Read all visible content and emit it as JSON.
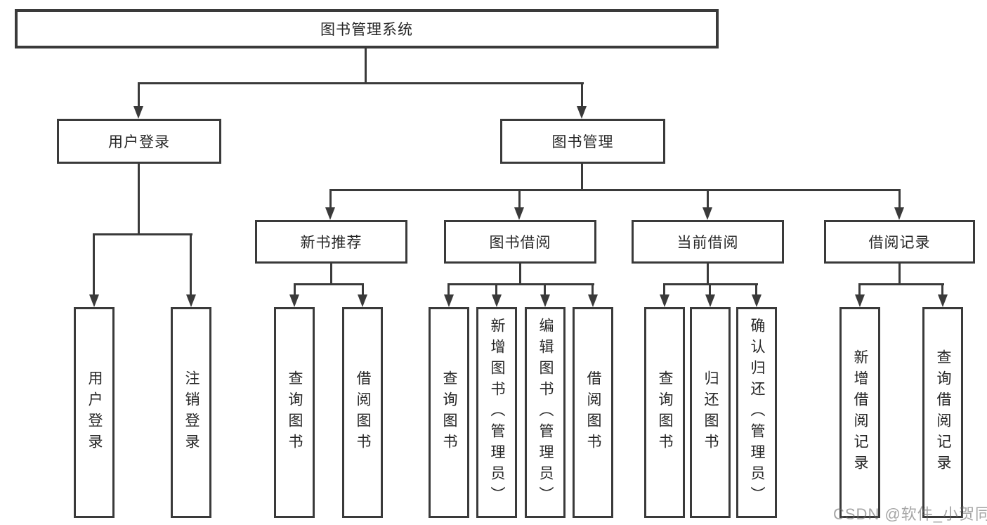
{
  "tree": {
    "label": "图书管理系统",
    "children": [
      {
        "label": "用户登录",
        "children": [
          {
            "label": "用户登录"
          },
          {
            "label": "注销登录"
          }
        ]
      },
      {
        "label": "图书管理",
        "children": [
          {
            "label": "新书推荐",
            "children": [
              {
                "label": "查询图书"
              },
              {
                "label": "借阅图书"
              }
            ]
          },
          {
            "label": "图书借阅",
            "children": [
              {
                "label": "查询图书"
              },
              {
                "label": "新增图书（管理员）"
              },
              {
                "label": "编辑图书（管理员）"
              },
              {
                "label": "借阅图书"
              }
            ]
          },
          {
            "label": "当前借阅",
            "children": [
              {
                "label": "查询图书"
              },
              {
                "label": "归还图书"
              },
              {
                "label": "确认归还（管理员）"
              }
            ]
          },
          {
            "label": "借阅记录",
            "children": [
              {
                "label": "新增借阅记录"
              },
              {
                "label": "查询借阅记录"
              }
            ]
          }
        ]
      }
    ]
  },
  "watermark": "CSDN @软件_小贺同学",
  "colors": {
    "line": "#3a3a3a",
    "text": "#262626",
    "background": "#ffffff",
    "watermark": "#9b9b9b"
  }
}
